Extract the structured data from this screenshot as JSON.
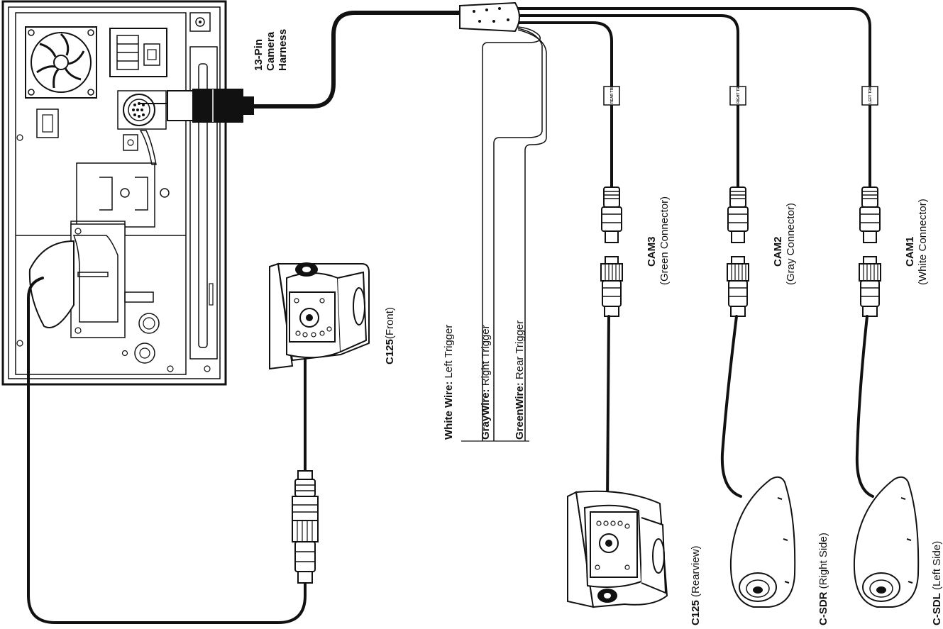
{
  "harness": {
    "lines": [
      "13-Pin",
      "Camera",
      "Harness"
    ]
  },
  "wire_tags": {
    "rear": "REAR TRIG",
    "right": "RIGHT TRIG",
    "left": "LEFT TRIG"
  },
  "triggers": [
    {
      "wire": "White Wire",
      "sep": ": ",
      "role": "Left Trigger"
    },
    {
      "wire": "GrayWire",
      "sep": ":  ",
      "role": "Right Trigger"
    },
    {
      "wire": "GreenWire",
      "sep": ":  ",
      "role": "Rear Trigger"
    }
  ],
  "channels": [
    {
      "name": "CAM3",
      "connector": "(Green Connector)"
    },
    {
      "name": "CAM2",
      "connector": "(Gray Connector)"
    },
    {
      "name": "CAM1",
      "connector": "(White Connector)"
    }
  ],
  "cameras": {
    "front": {
      "model": "C125",
      "position": "(Front)"
    },
    "rear": {
      "model": "C125",
      "position": " (Rearview)"
    },
    "right": {
      "model": "C-SDR",
      "position": " (Right Side)"
    },
    "left": {
      "model": "C-SDL",
      "position": " (Left Side)"
    }
  },
  "colors": {
    "line": "#111111",
    "background": "#ffffff"
  }
}
